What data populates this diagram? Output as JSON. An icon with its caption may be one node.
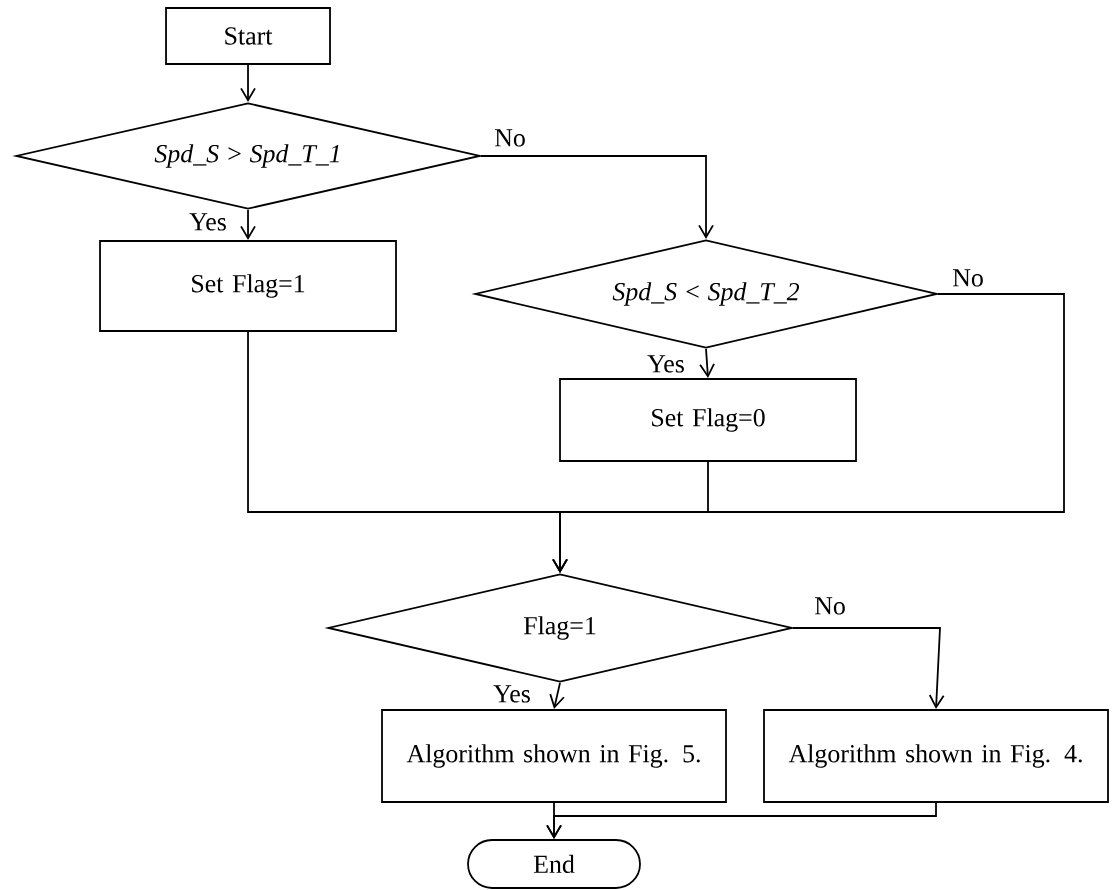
{
  "diagram": {
    "nodes": [
      {
        "text": [
          "Start"
        ]
      },
      {
        "text": [
          "Spd_S > Spd_T_1"
        ]
      },
      {
        "text": [
          "Set Flag=1"
        ]
      },
      {
        "text": [
          "Spd_S < Spd_T_2"
        ]
      },
      {
        "text": [
          "Set Flag=0"
        ]
      },
      {
        "text": [
          "Flag=1"
        ]
      },
      {
        "text": [
          "Algorithm shown in Fig. 5."
        ]
      },
      {
        "text": [
          "Algorithm shown in Fig. 4."
        ]
      },
      {
        "text": [
          "End"
        ]
      }
    ],
    "edges": [
      {
        "from": 0,
        "to": 1,
        "arrow": "to"
      },
      {
        "from": 1,
        "to": 2,
        "arrow": "to",
        "label": "Yes"
      },
      {
        "from": 1,
        "to": 3,
        "arrow": "to",
        "label": "No"
      },
      {
        "from": 3,
        "to": 4,
        "arrow": "to",
        "label": "Yes"
      },
      {
        "from": 2,
        "to": 5,
        "arrow": "to"
      },
      {
        "from": 4,
        "to": 5,
        "arrow": "to"
      },
      {
        "from": 3,
        "to": 5,
        "arrow": "to",
        "label": "No"
      },
      {
        "from": 5,
        "to": 6,
        "arrow": "to",
        "label": "Yes"
      },
      {
        "from": 5,
        "to": 7,
        "arrow": "to",
        "label": "No"
      },
      {
        "from": 6,
        "to": 8,
        "arrow": "to"
      },
      {
        "from": 7,
        "to": 8,
        "arrow": "to"
      }
    ]
  }
}
